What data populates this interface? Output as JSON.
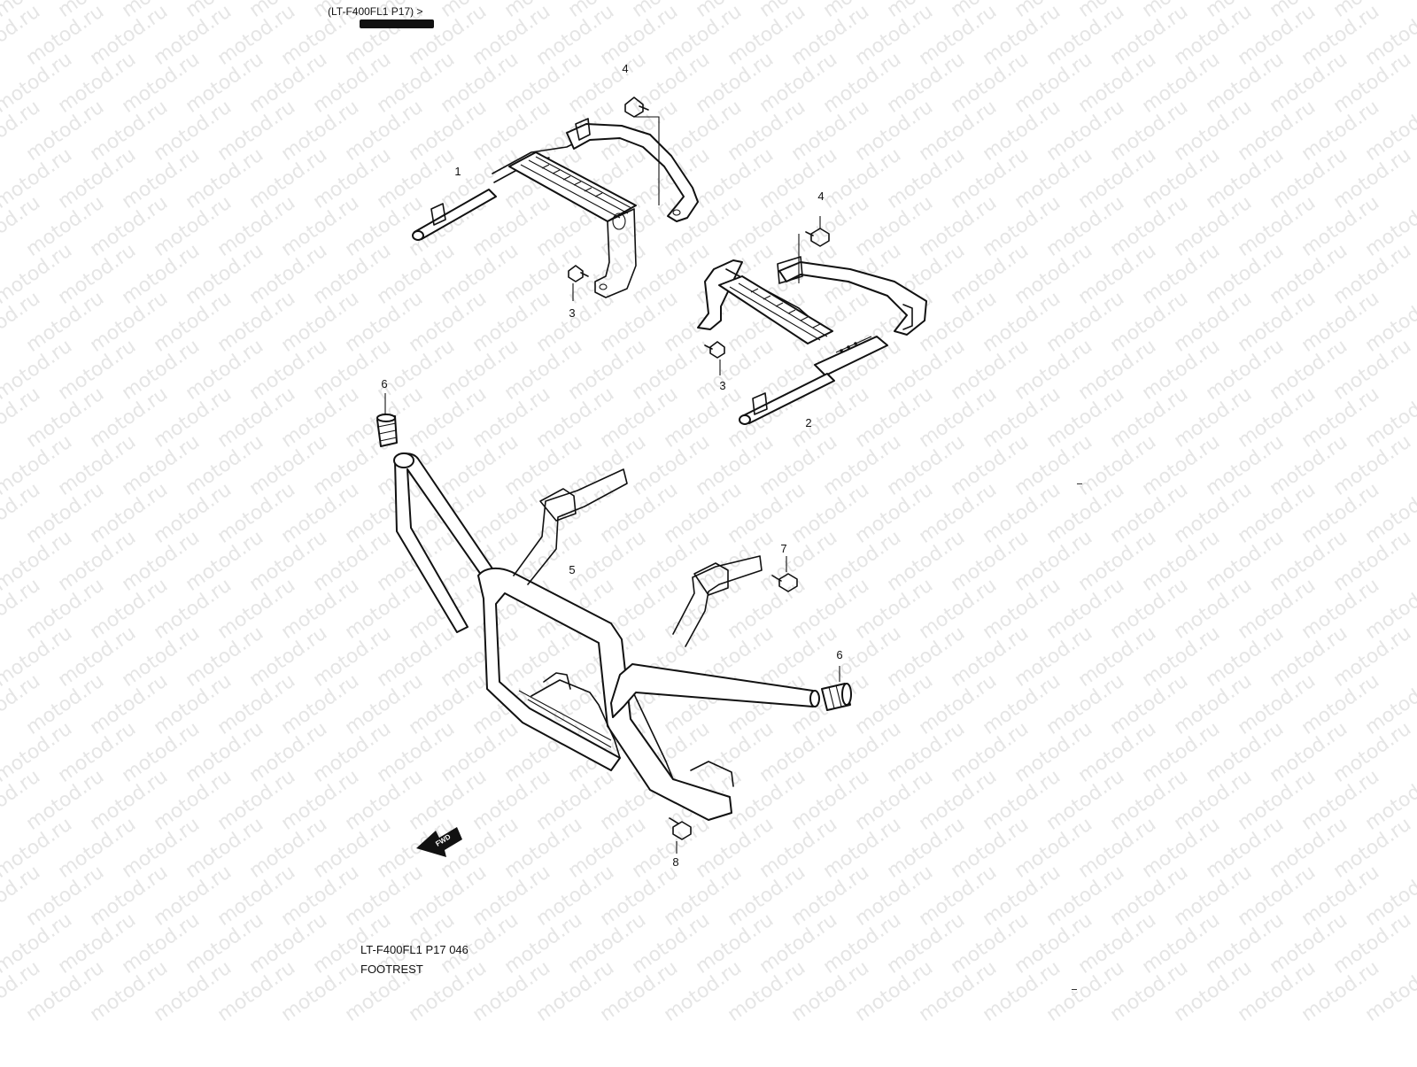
{
  "header": {
    "text": "(LT-F400FL1 P17) >"
  },
  "caption": {
    "code": "LT-F400FL1 P17  046",
    "title": "FOOTREST"
  },
  "watermark": {
    "text": "motod.ru"
  },
  "fwd_label": "FWD",
  "callouts": [
    "4",
    "1",
    "3",
    "4",
    "3",
    "2",
    "6",
    "5",
    "7",
    "6",
    "8"
  ],
  "colors": {
    "ink": "#111111",
    "watermark": "#cfcfcf",
    "background": "#ffffff"
  }
}
